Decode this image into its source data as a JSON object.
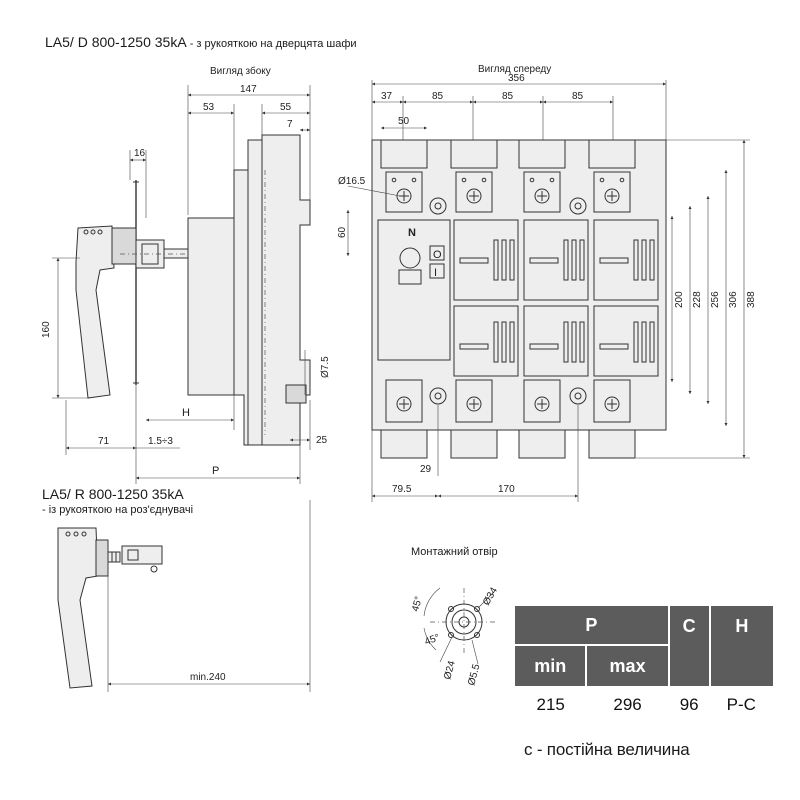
{
  "titles": {
    "door_model": "LA5/ D 800-1250 35kA",
    "door_suffix": " - з рукояткою на дверцята шафи",
    "switch_model": "LA5/ R 800-1250 35kA",
    "switch_suffix": "- із рукояткою на роз'єднувачі",
    "side_view": "Вигляд збоку",
    "front_view": "Вигляд спереду",
    "mounting_hole": "Монтажний отвір"
  },
  "side_dims": {
    "d147": "147",
    "d53": "53",
    "d55": "55",
    "d7": "7",
    "d16": "16",
    "d160": "160",
    "dH": "H",
    "d71": "71",
    "d15c": "1.5÷3",
    "dP": "P",
    "d25": "25",
    "d75": "Ø7.5"
  },
  "front_dims": {
    "d356": "356",
    "d37": "37",
    "d85a": "85",
    "d85b": "85",
    "d85c": "85",
    "d50": "50",
    "d165": "Ø16.5",
    "d60": "60",
    "d200": "200",
    "d228": "228",
    "d256": "256",
    "d306": "306",
    "d388": "388",
    "d29": "29",
    "d795": "79.5",
    "d170": "170",
    "lblN": "N",
    "lblO": "O",
    "lblI": "I"
  },
  "switch_dims": {
    "min240": "min.240"
  },
  "hole_dims": {
    "a45a": "45°",
    "a45b": "45°",
    "d34": "Ø34",
    "d24": "Ø24",
    "d55": "Ø5.5"
  },
  "table": {
    "p_header": "P",
    "c_header": "C",
    "h_header": "H",
    "min_label": "min",
    "max_label": "max",
    "p_min": "215",
    "p_max": "296",
    "c_value": "96",
    "h_value": "P-C"
  },
  "footnote": "с - постійна величина"
}
